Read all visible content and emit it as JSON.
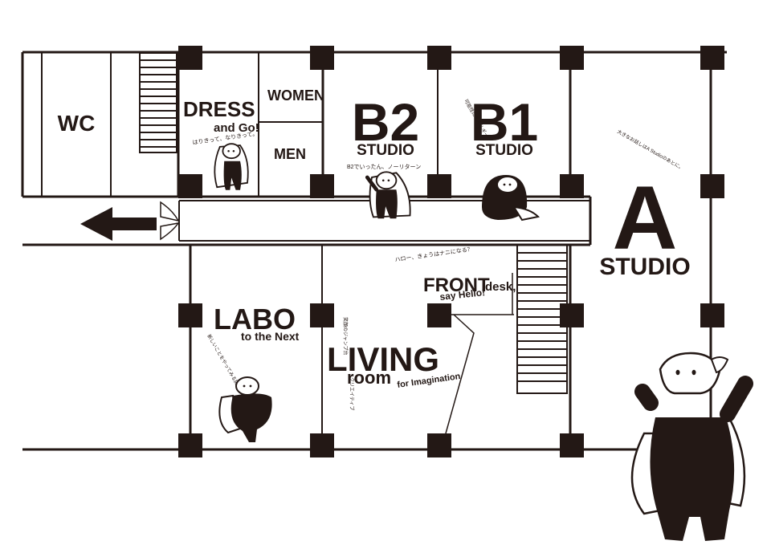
{
  "colors": {
    "ink": "#231815",
    "paper": "#ffffff"
  },
  "rooms": {
    "wc": {
      "label": "WC"
    },
    "dress": {
      "title": "DRESS",
      "and_go": "and Go!",
      "note": "はりきって、なりきって。"
    },
    "women": {
      "label": "WOMEN"
    },
    "men": {
      "label": "MEN"
    },
    "b2": {
      "big": "B2",
      "sub": "STUDIO",
      "note": "B2でいったん、ノーリターン"
    },
    "b1": {
      "big": "B1",
      "sub": "STUDIO",
      "note": "可能性にエネルギー"
    },
    "a": {
      "big": "A",
      "sub": "STUDIO",
      "note": "大きなお話しはA Studioのあとに。"
    },
    "labo": {
      "title": "LABO",
      "sub": "to the Next",
      "note": "新しいことをやってみる挑戦の場へ"
    },
    "living": {
      "title": "LIVING",
      "room": "room",
      "sub": "for Imagination",
      "note": "笑顔のジャンプ台",
      "note2": "クリエイティブ"
    },
    "front": {
      "title": "FRONT",
      "desk": "desk,",
      "say": "say Hello!",
      "note": "ハロー、きょうはナニになる？"
    }
  },
  "icons": [
    "exit-arrow-icon",
    "ghost-mascot-icon",
    "door-icon",
    "stairs-icon"
  ]
}
